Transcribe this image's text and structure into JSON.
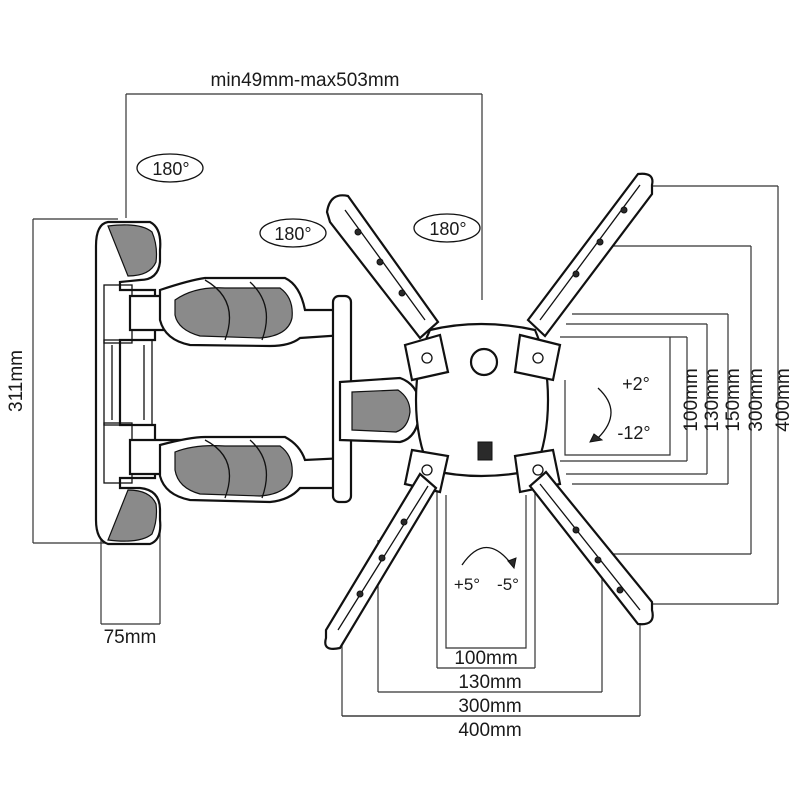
{
  "colors": {
    "line": "#111111",
    "dim_line": "#333333",
    "background": "#ffffff",
    "shade": "#8a8a8a"
  },
  "labels": {
    "extension": "min49mm-max503mm",
    "rotation_top_1": "180°",
    "rotation_top_2": "180°",
    "rotation_top_3": "180°",
    "height": "311mm",
    "wall_depth": "75mm",
    "tilt_up": "+2°",
    "tilt_down": "-12°",
    "swivel_left": "+5°",
    "swivel_right": "-5°",
    "vesa_v_100": "100mm",
    "vesa_v_130": "130mm",
    "vesa_v_150": "150mm",
    "vesa_v_300": "300mm",
    "vesa_v_400": "400mm",
    "vesa_h_100": "100mm",
    "vesa_h_130": "130mm",
    "vesa_h_300": "300mm",
    "vesa_h_400": "400mm"
  }
}
